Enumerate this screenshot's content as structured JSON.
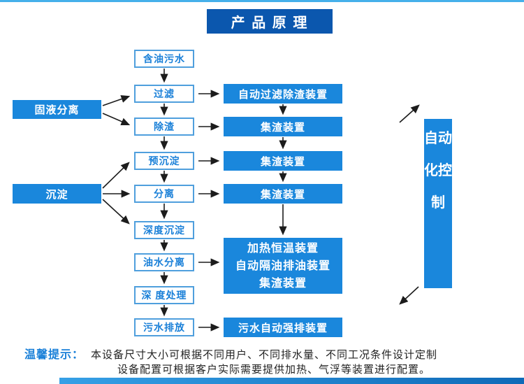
{
  "page": {
    "title": "产 品 原 理",
    "tip_label": "温馨提示：",
    "tip_line1": "本设备尺寸大小可根据不同用户、不同排水量、不同工况条件设计定制",
    "tip_line2": "设备配置可根据客户实际需要提供加热、气浮等装置进行配置。"
  },
  "colors": {
    "header_blue": "#0b57ae",
    "node_blue": "#1a87dc",
    "white_box_border": "#4f9fdd",
    "white_box_text": "#1a80d8",
    "accent_line": "#45b0ea",
    "arrow": "#1c1c1c"
  },
  "flow": {
    "center_nodes": [
      {
        "label": "含油污水"
      },
      {
        "label": "过滤"
      },
      {
        "label": "除渣"
      },
      {
        "label": "预沉淀"
      },
      {
        "label": "分离"
      },
      {
        "label": "深度沉淀"
      },
      {
        "label": "油水分离"
      },
      {
        "label": "深 度处理"
      },
      {
        "label": "污水排放"
      }
    ],
    "left_nodes": [
      {
        "label": "固液分离"
      },
      {
        "label": "沉淀"
      }
    ],
    "right_nodes": [
      {
        "label": "自动过滤除渣装置"
      },
      {
        "label": "集渣装置"
      },
      {
        "label": "集渣装置"
      },
      {
        "label": "集渣装置"
      },
      {
        "lines": [
          "加热恒温装置",
          "自动隔油排油装置",
          "集渣装置"
        ]
      },
      {
        "label": "污水自动强排装置"
      }
    ],
    "control_node": {
      "label": "自动化控制"
    }
  }
}
